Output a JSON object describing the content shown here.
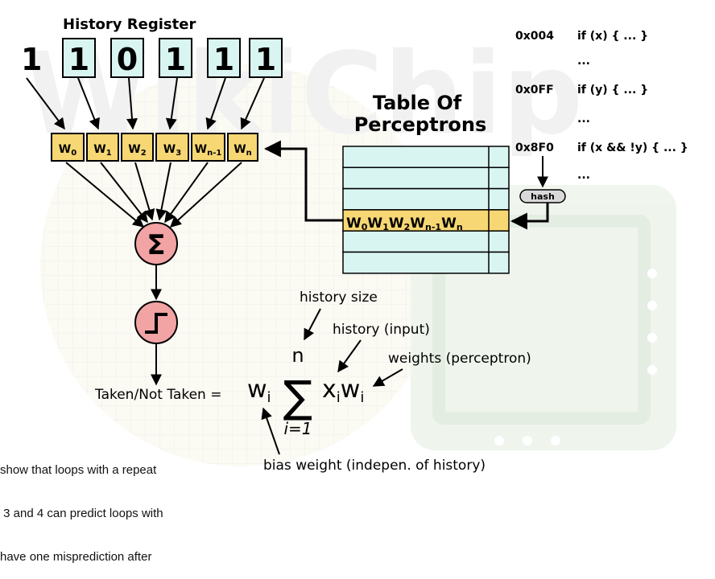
{
  "watermark": "WikiChip",
  "history_register": {
    "title": "History Register",
    "outside_bit": "1",
    "bits": [
      "1",
      "0",
      "1",
      "1",
      "1"
    ]
  },
  "weights": {
    "cells": [
      {
        "base": "W",
        "sub": "0"
      },
      {
        "base": "W",
        "sub": "1"
      },
      {
        "base": "W",
        "sub": "2"
      },
      {
        "base": "W",
        "sub": "3"
      },
      {
        "base": "W",
        "sub": "n-1"
      },
      {
        "base": "W",
        "sub": "n"
      }
    ]
  },
  "sum_symbol": "Σ",
  "table": {
    "title_line1": "Table Of",
    "title_line2": "Perceptrons",
    "highlighted_row": [
      {
        "base": "W",
        "sub": "0"
      },
      {
        "base": "W",
        "sub": "1"
      },
      {
        "base": "W",
        "sub": "2"
      },
      {
        "base": "W",
        "sub": "n-1"
      },
      {
        "base": "W",
        "sub": "n"
      }
    ],
    "row_color": "#d9f5f1",
    "highlight_color": "#f7d774"
  },
  "code": [
    {
      "addr": "0x004",
      "stmt": "if (x) { ... }"
    },
    {
      "addr": "",
      "stmt": "..."
    },
    {
      "addr": "0x0FF",
      "stmt": "if (y) { ... }"
    },
    {
      "addr": "",
      "stmt": "..."
    },
    {
      "addr": "0x8F0",
      "stmt": "if (x && !y) { ... }"
    },
    {
      "addr": "",
      "stmt": "..."
    }
  ],
  "hash_label": "hash",
  "formula": {
    "lhs": "Taken/Not Taken =",
    "bias": {
      "base": "w",
      "sub": "i"
    },
    "sigma": "∑",
    "upper": "n",
    "lower": "i=1",
    "term_x": {
      "base": "x",
      "sub": "i"
    },
    "term_w": {
      "base": "w",
      "sub": "i"
    }
  },
  "annotations": {
    "history_size": "history size",
    "history_input": "history (input)",
    "weights": "weights (perceptron)",
    "bias": "bias weight (indepen. of history)"
  },
  "caption_lines": [
    "show that loops with a repeat",
    " 3 and 4 can predict loops with",
    "have one misprediction after"
  ],
  "colors": {
    "weight_fill": "#f7d774",
    "bit_fill": "#d9f5f1",
    "node_fill": "#f2a3a3"
  }
}
